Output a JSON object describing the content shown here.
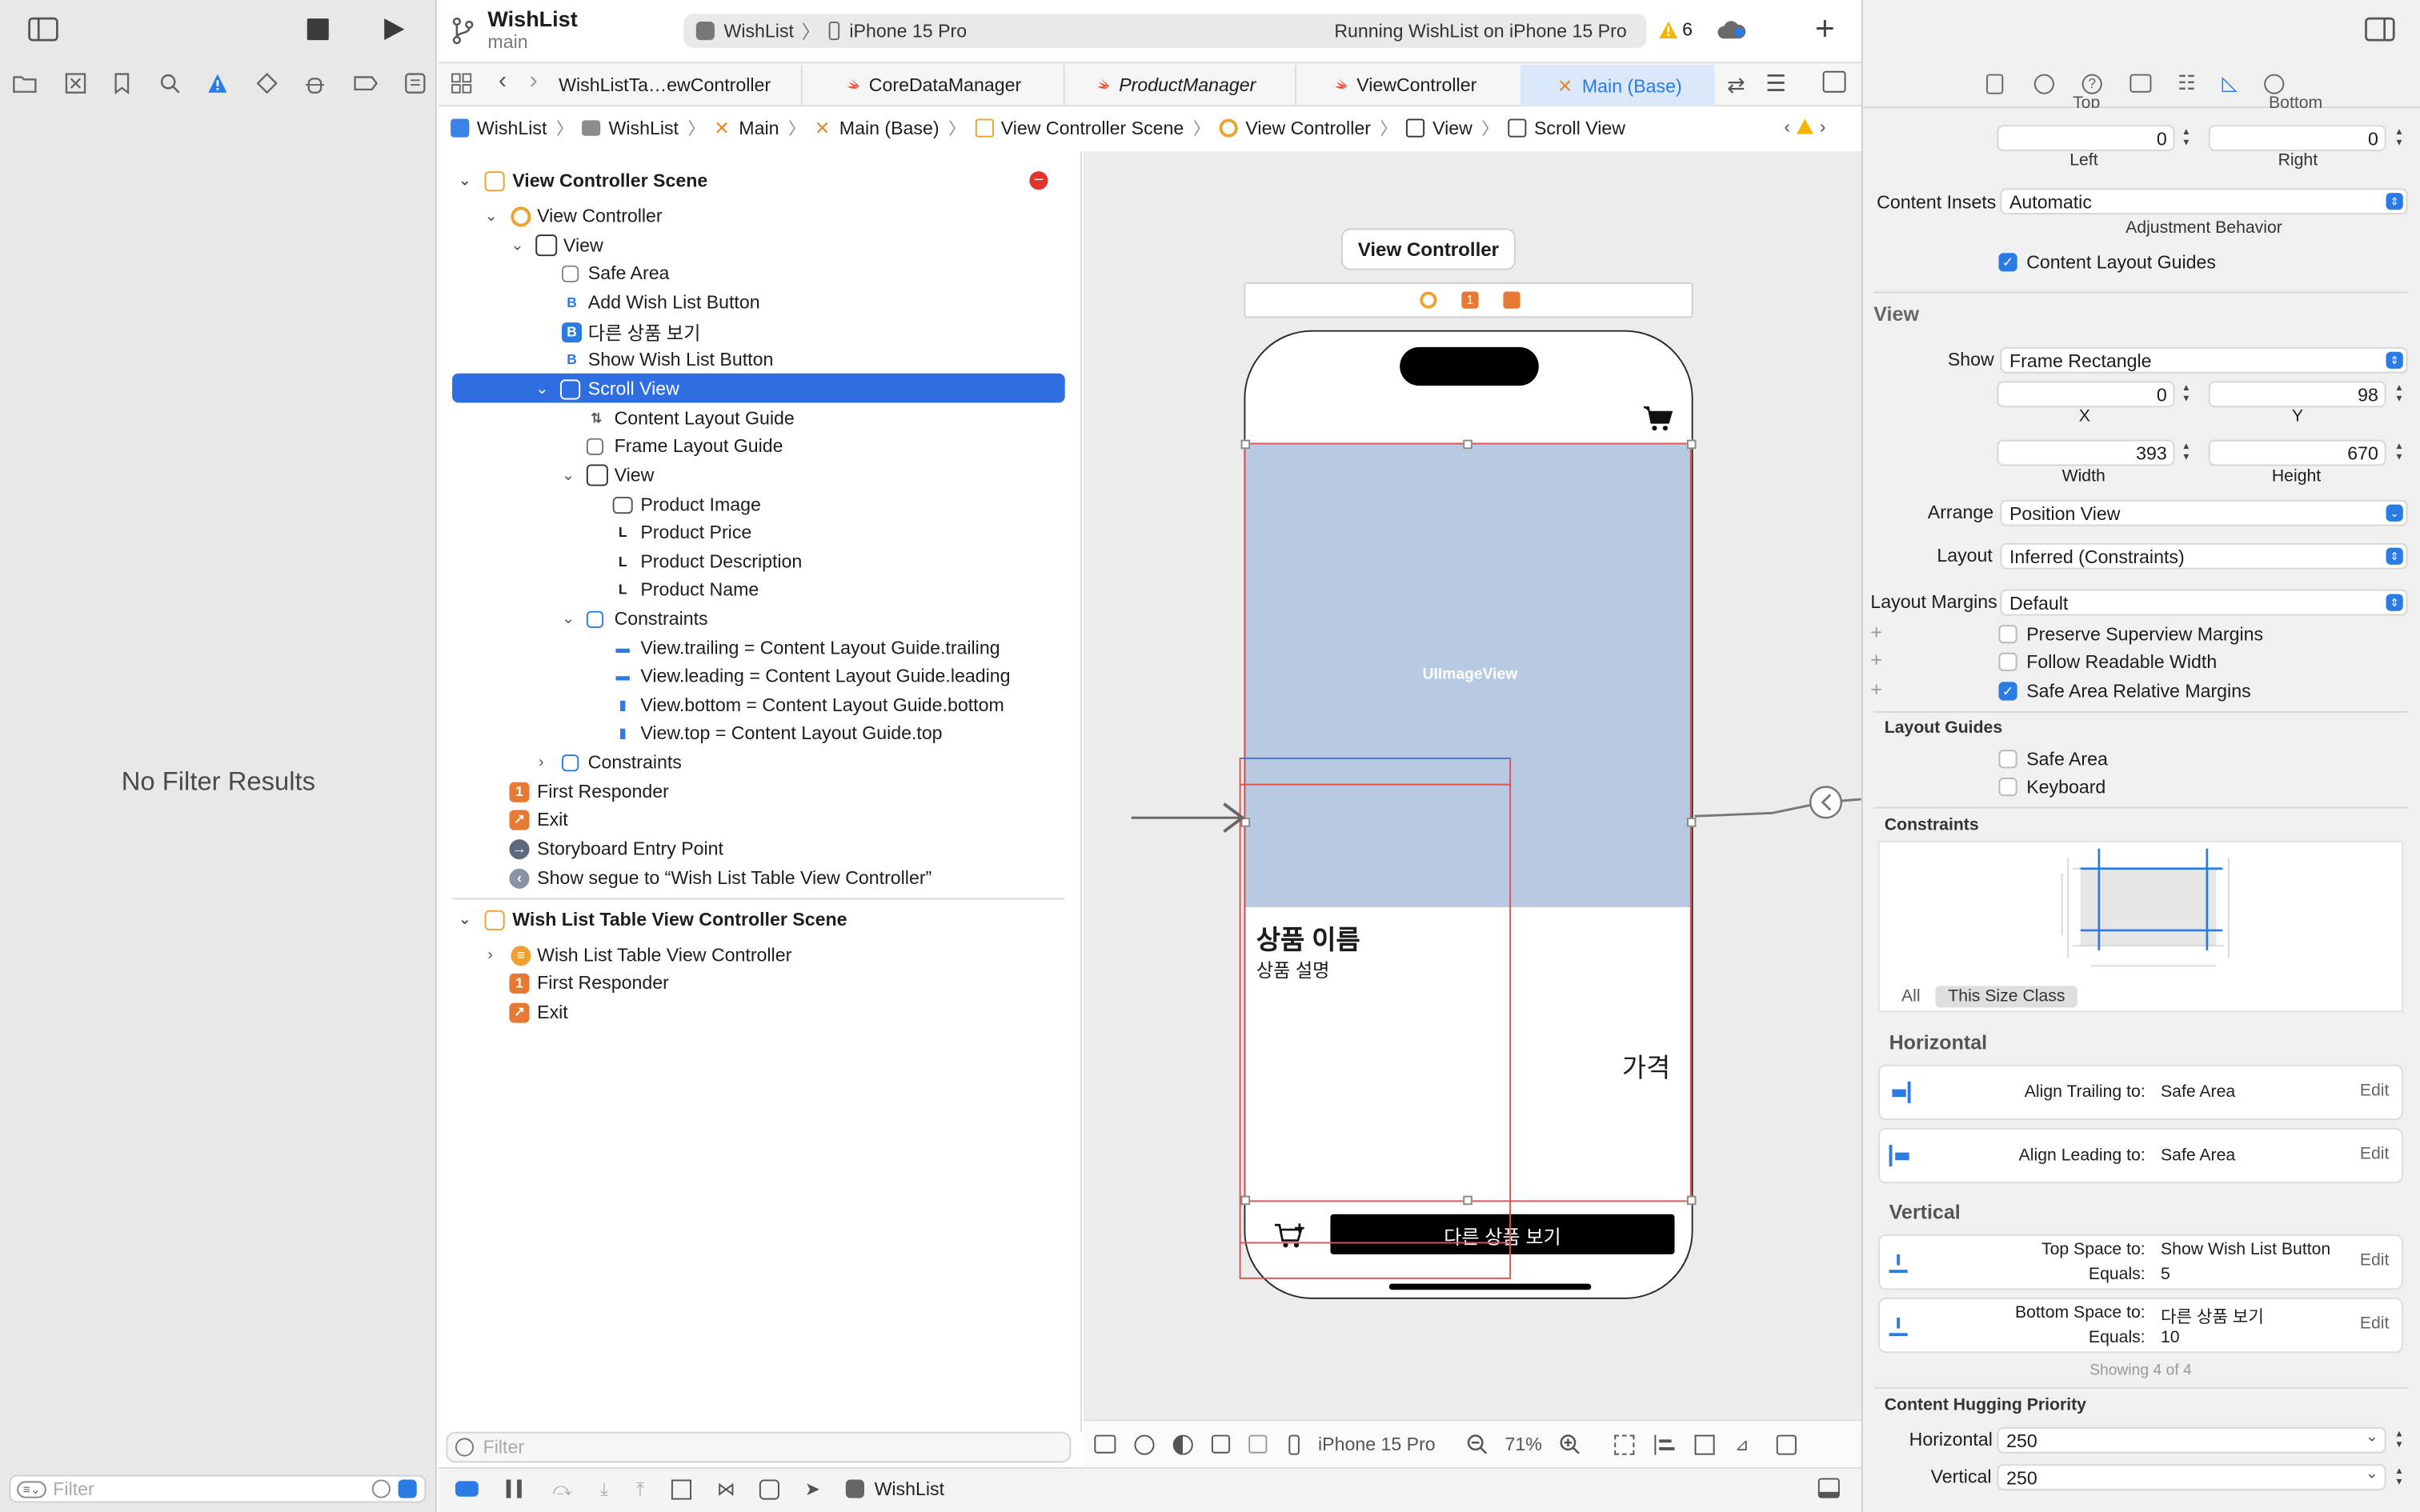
{
  "toolbar": {
    "project": "WishList",
    "branch": "main",
    "scheme": "WishList",
    "device": "iPhone 15 Pro",
    "status": "Running WishList on iPhone 15 Pro",
    "warnings": "6"
  },
  "tabs": [
    {
      "label": "WishListTa…ewController",
      "active": false
    },
    {
      "label": "CoreDataManager",
      "active": false
    },
    {
      "label": "ProductManager",
      "active": false
    },
    {
      "label": "ViewController",
      "active": false
    },
    {
      "label": "Main (Base)",
      "active": true
    }
  ],
  "breadcrumb": [
    "WishList",
    "WishList",
    "Main",
    "Main (Base)",
    "View Controller Scene",
    "View Controller",
    "View",
    "Scroll View"
  ],
  "left_panel": {
    "empty_text": "No Filter Results",
    "filter_placeholder": "Filter"
  },
  "outline": {
    "scene1": "View Controller Scene",
    "vc": "View Controller",
    "view": "View",
    "safe_area": "Safe Area",
    "add_btn": "Add Wish List Button",
    "other_btn": "다른 상품 보기",
    "show_btn": "Show Wish List Button",
    "scroll_view": "Scroll View",
    "content_guide": "Content Layout Guide",
    "frame_guide": "Frame Layout Guide",
    "inner_view": "View",
    "product_image": "Product Image",
    "product_price": "Product Price",
    "product_desc": "Product Description",
    "product_name": "Product Name",
    "constraints": "Constraints",
    "c1": "View.trailing = Content Layout Guide.trailing",
    "c2": "View.leading = Content Layout Guide.leading",
    "c3": "View.bottom = Content Layout Guide.bottom",
    "c4": "View.top = Content Layout Guide.top",
    "constraints2": "Constraints",
    "first_responder": "First Responder",
    "exit": "Exit",
    "entry": "Storyboard Entry Point",
    "segue": "Show segue to “Wish List Table View Controller”",
    "scene2": "Wish List Table View Controller Scene",
    "wltvc": "Wish List Table View Controller",
    "first_responder2": "First Responder",
    "exit2": "Exit",
    "filter_placeholder": "Filter"
  },
  "canvas": {
    "vc_label": "View Controller",
    "image_label": "UIImageView",
    "product_name": "상품 이름",
    "product_desc": "상품 설명",
    "price": "가격",
    "other_button": "다른 상품 보기",
    "device": "iPhone 15 Pro",
    "zoom": "71%"
  },
  "inspector": {
    "top_label": "Top",
    "bottom_label": "Bottom",
    "left_value": "0",
    "right_value": "0",
    "left_label": "Left",
    "right_label": "Right",
    "content_insets_label": "Content Insets",
    "content_insets_value": "Automatic",
    "adjustment_behavior": "Adjustment Behavior",
    "content_layout_guides": "Content Layout Guides",
    "view_section": "View",
    "show_label": "Show",
    "show_value": "Frame Rectangle",
    "x_value": "0",
    "y_value": "98",
    "x_label": "X",
    "y_label": "Y",
    "width_value": "393",
    "height_value": "670",
    "width_label": "Width",
    "height_label": "Height",
    "arrange_label": "Arrange",
    "arrange_value": "Position View",
    "layout_label": "Layout",
    "layout_value": "Inferred (Constraints)",
    "margins_label": "Layout Margins",
    "margins_value": "Default",
    "preserve": "Preserve Superview Margins",
    "readable": "Follow Readable Width",
    "safe_rel": "Safe Area Relative Margins",
    "guides_title": "Layout Guides",
    "guide_safe": "Safe Area",
    "guide_keyboard": "Keyboard",
    "constraints_title": "Constraints",
    "seg_all": "All",
    "seg_size": "This Size Class",
    "horizontal": "Horizontal",
    "h1_label": "Align Trailing to:",
    "h1_target": "Safe Area",
    "h2_label": "Align Leading to:",
    "h2_target": "Safe Area",
    "vertical": "Vertical",
    "v1_label": "Top Space to:",
    "v1_target": "Show Wish List Button",
    "v1_eq": "Equals:",
    "v1_val": "5",
    "v2_label": "Bottom Space to:",
    "v2_target": "다른 상품 보기",
    "v2_eq": "Equals:",
    "v2_val": "10",
    "edit": "Edit",
    "showing": "Showing 4 of 4",
    "hugging_title": "Content Hugging Priority",
    "hug_h_label": "Horizontal",
    "hug_h_value": "250",
    "hug_v_label": "Vertical",
    "hug_v_value": "250"
  },
  "bottom": {
    "scheme": "WishList"
  },
  "colors": {
    "accent": "#2a7be4",
    "selection": "#2f6ee0",
    "image_bg": "#b8c9e2",
    "warning": "#f4b400"
  }
}
